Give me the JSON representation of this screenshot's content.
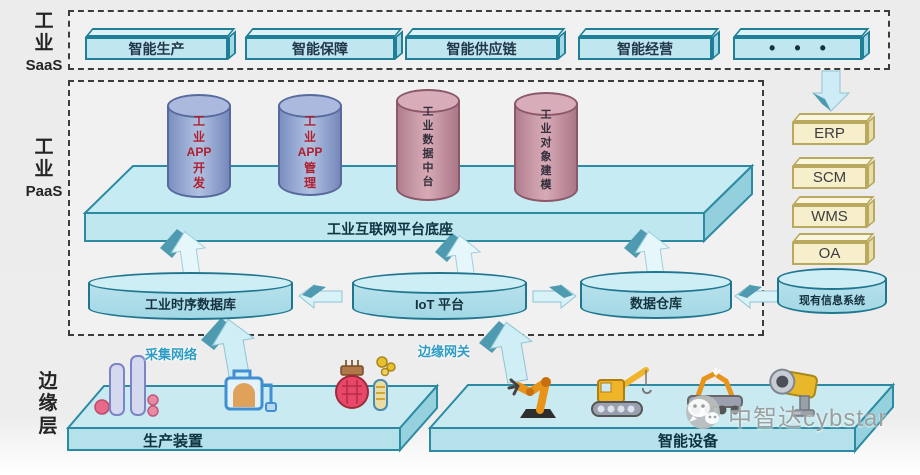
{
  "side_labels": {
    "saas": {
      "l1": "工",
      "l2": "业",
      "l3": "SaaS"
    },
    "paas": {
      "l1": "工",
      "l2": "业",
      "l3": "PaaS"
    },
    "edge": {
      "l1": "边",
      "l2": "缘",
      "l3": "层"
    }
  },
  "saas_layer": {
    "apps": [
      {
        "label": "智能生产"
      },
      {
        "label": "智能保障"
      },
      {
        "label": "智能供应链"
      },
      {
        "label": "智能经营"
      },
      {
        "label": "• • •"
      }
    ]
  },
  "paas_layer": {
    "cylinders": [
      {
        "label": "工\n业\nAPP\n开\n发",
        "type": "blue"
      },
      {
        "label": "工\n业\nAPP\n管\n理",
        "type": "blue"
      },
      {
        "label": "工\n业\n数\n据\n中\n台",
        "type": "pink"
      },
      {
        "label": "工\n业\n对\n象\n建\n模",
        "type": "pink"
      }
    ],
    "platform_label": "工业互联网平台底座",
    "databases": [
      {
        "label": "工业时序数据库"
      },
      {
        "label": "IoT 平台"
      },
      {
        "label": "数据仓库"
      }
    ]
  },
  "enterprise_systems": {
    "boxes": [
      {
        "label": "ERP"
      },
      {
        "label": "SCM"
      },
      {
        "label": "WMS"
      },
      {
        "label": "OA"
      }
    ],
    "legacy_label": "现有信息系统"
  },
  "edge_layer": {
    "collect_network_label": "采集网络",
    "edge_gateway_label": "边缘网关",
    "platforms": [
      {
        "label": "生产装置"
      },
      {
        "label": "智能设备"
      }
    ]
  },
  "watermark": {
    "text": "中智达cybstar"
  },
  "colors": {
    "accent_teal": "#1e7f96",
    "box_cyan": "#c0e6f0",
    "box_yellow": "#f7eecb",
    "cylinder_blue": "#8da0cb",
    "cylinder_pink": "#c492a1",
    "cylinder_text_red": "#b01f2e",
    "arrow_dark": "#4e9ab0",
    "arrow_light": "#dff4fa"
  }
}
